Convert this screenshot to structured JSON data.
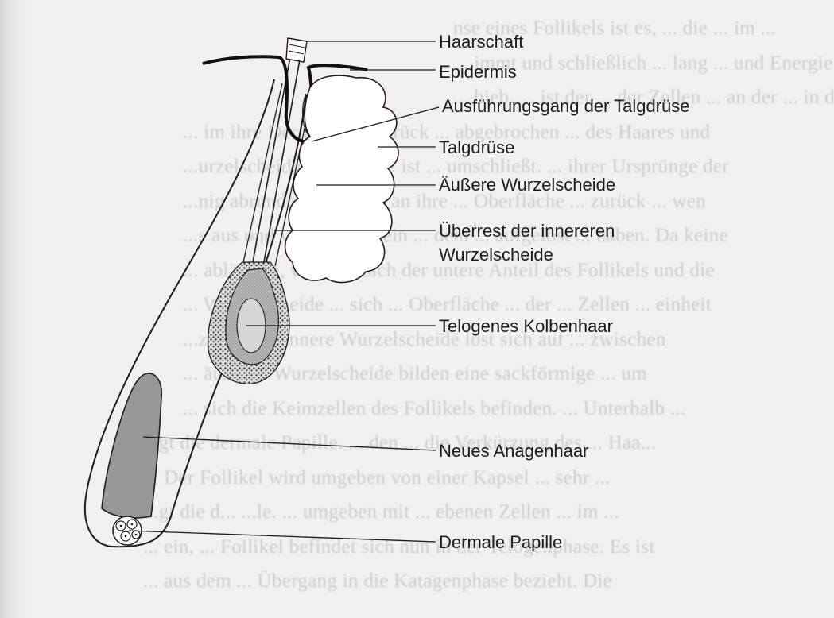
{
  "diagram": {
    "colors": {
      "paper": "#f2efee",
      "ink": "#1b1b1b",
      "shading": "#9a9696",
      "bleed_text": "#b4b0b0"
    },
    "labels": {
      "haarschaft": "Haarschaft",
      "epidermis": "Epidermis",
      "ausfuehrungsgang": "Ausführungsgang der Talgdrüse",
      "talgdruese": "Talgdrüse",
      "aeussere_wurzelscheide": "Äußere Wurzelscheide",
      "ueberrest_line1": "Überrest der innereren",
      "ueberrest_line2": "Wurzelscheide",
      "telogenes_kolbenhaar": "Telogenes Kolbenhaar",
      "neues_anagenhaar": "Neues Anagenhaar",
      "dermale_papille": "Dermale Papille"
    }
  },
  "background_page_text": [
    "nse eines Follikels ist es, ... die ... im ...",
    "... immt und schließlich ... lang ... und Energie bekommen (Kerat...",
    "... hieb. ... ist der ... der Zellen ... an der ... in der Papi...",
    "... im ihre Dermalen ... zurück ... abgebrochen ... des Haares und",
    "...urzelscheide ... Haare ... ist ... umschließt. ... ihrer Ursprünge der",
    "...nig abrundet, ... sich ... an ihre ... Oberfläche ... zurück ... wen",
    "...s aus und verankert ... ein ... dem ... aufgelöst ... haben. Da keine",
    "... abläuften, verkürzt sich der untere Anteil des Follikels und die",
    "... Wurzelscheide ... sich ... Oberfläche ... der ... Zellen ... einheit",
    "...zeigt. Die innere Wurzelscheide löst sich auf ... zwischen",
    "... äußeren Wurzelscheide bilden eine sackförmige ... um",
    "... sich die Keimzellen des Follikels befinden. ... Unterhalb ...",
    "...gt die dermale Papille. ... den ... die Verkürzung des ... Haa...",
    "... Der Follikel wird umgeben von einer Kapsel ... sehr ...",
    "...gt die d... ...le. ... umgeben mit ... ebenen Zellen ... im ...",
    "... ein, ... Follikel befindet sich nun in der Telogenphase. Es ist",
    "... aus dem ... Übergang in die Katagenphase bezieht. Die"
  ]
}
